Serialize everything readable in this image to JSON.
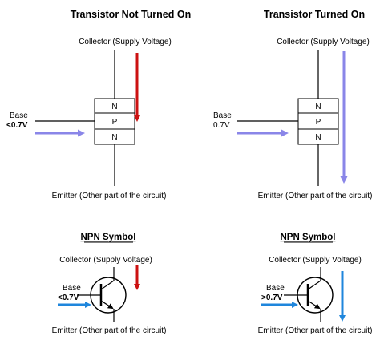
{
  "colors": {
    "red_arrow": "#cc1111",
    "purple_arrow": "#8a86e8",
    "blue_arrow": "#1f86dc",
    "line": "#000000"
  },
  "off_panel": {
    "title": "Transistor Not Turned On",
    "collector_label": "Collector (Supply Voltage)",
    "emitter_label": "Emitter (Other part of the circuit)",
    "base_label": "Base",
    "base_voltage": "<0.7V",
    "layers": [
      "N",
      "P",
      "N"
    ]
  },
  "on_panel": {
    "title": "Transistor Turned On",
    "collector_label": "Collector (Supply Voltage)",
    "emitter_label": "Emitter (Other part of the circuit)",
    "base_label": "Base",
    "base_voltage": "0.7V",
    "layers": [
      "N",
      "P",
      "N"
    ]
  },
  "off_symbol": {
    "title": "NPN Symbol",
    "collector_label": "Collector (Supply Voltage)",
    "emitter_label": "Emitter (Other part of the circuit)",
    "base_label": "Base",
    "base_voltage": "<0.7V"
  },
  "on_symbol": {
    "title": "NPN Symbol",
    "collector_label": "Collector (Supply Voltage)",
    "emitter_label": "Emitter (Other part of the circuit)",
    "base_label": "Base",
    "base_voltage": ">0.7V"
  }
}
